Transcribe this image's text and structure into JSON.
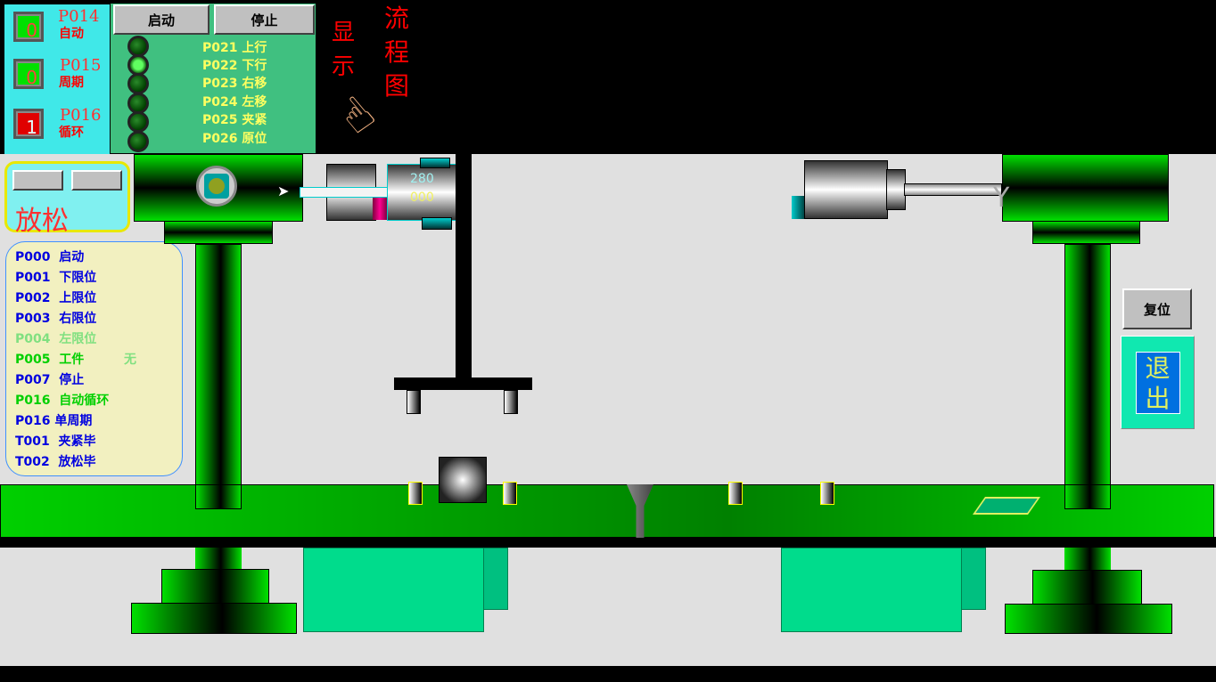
{
  "mode_panel": {
    "selectors": [
      {
        "code": "P014",
        "name": "自动",
        "value": "0",
        "state": "green"
      },
      {
        "code": "P015",
        "name": "周期",
        "value": "0",
        "state": "green"
      },
      {
        "code": "P016",
        "name": "循环",
        "value": "1",
        "state": "red"
      }
    ]
  },
  "control": {
    "start_label": "启动",
    "stop_label": "停止",
    "outputs": [
      {
        "label": "P021 上行",
        "on": false
      },
      {
        "label": "P022 下行",
        "on": true
      },
      {
        "label": "P023 右移",
        "on": false
      },
      {
        "label": "P024 左移",
        "on": false
      },
      {
        "label": "P025 夹紧",
        "on": false
      },
      {
        "label": "P026 原位",
        "on": false
      }
    ]
  },
  "flow_label": {
    "show": "显示",
    "chart": "流程图",
    "hand_icon": "pointing-hand-icon"
  },
  "clamp_panel": {
    "status": "放松"
  },
  "inputs": [
    {
      "label": "P000  启动",
      "color": "#0000e0"
    },
    {
      "label": "P001  下限位",
      "color": "#0000e0"
    },
    {
      "label": "P002  上限位",
      "color": "#0000e0"
    },
    {
      "label": "P003  右限位",
      "color": "#0000e0"
    },
    {
      "label": "P004  左限位",
      "color": "#80e080"
    },
    {
      "label": "P005  工件",
      "color": "#00d000"
    },
    {
      "label": "P007  停止",
      "color": "#0000e0"
    },
    {
      "label": "P016  自动循环",
      "color": "#00d000"
    },
    {
      "label": "P016 单周期",
      "color": "#0000e0"
    },
    {
      "label": "T001  夹紧毕",
      "color": "#0000e0"
    },
    {
      "label": "T002  放松毕",
      "color": "#0000e0"
    }
  ],
  "workpiece_status": "无",
  "cylinder": {
    "value1": "280",
    "value2": "000"
  },
  "reset_label": "复位",
  "exit_label": "退出"
}
